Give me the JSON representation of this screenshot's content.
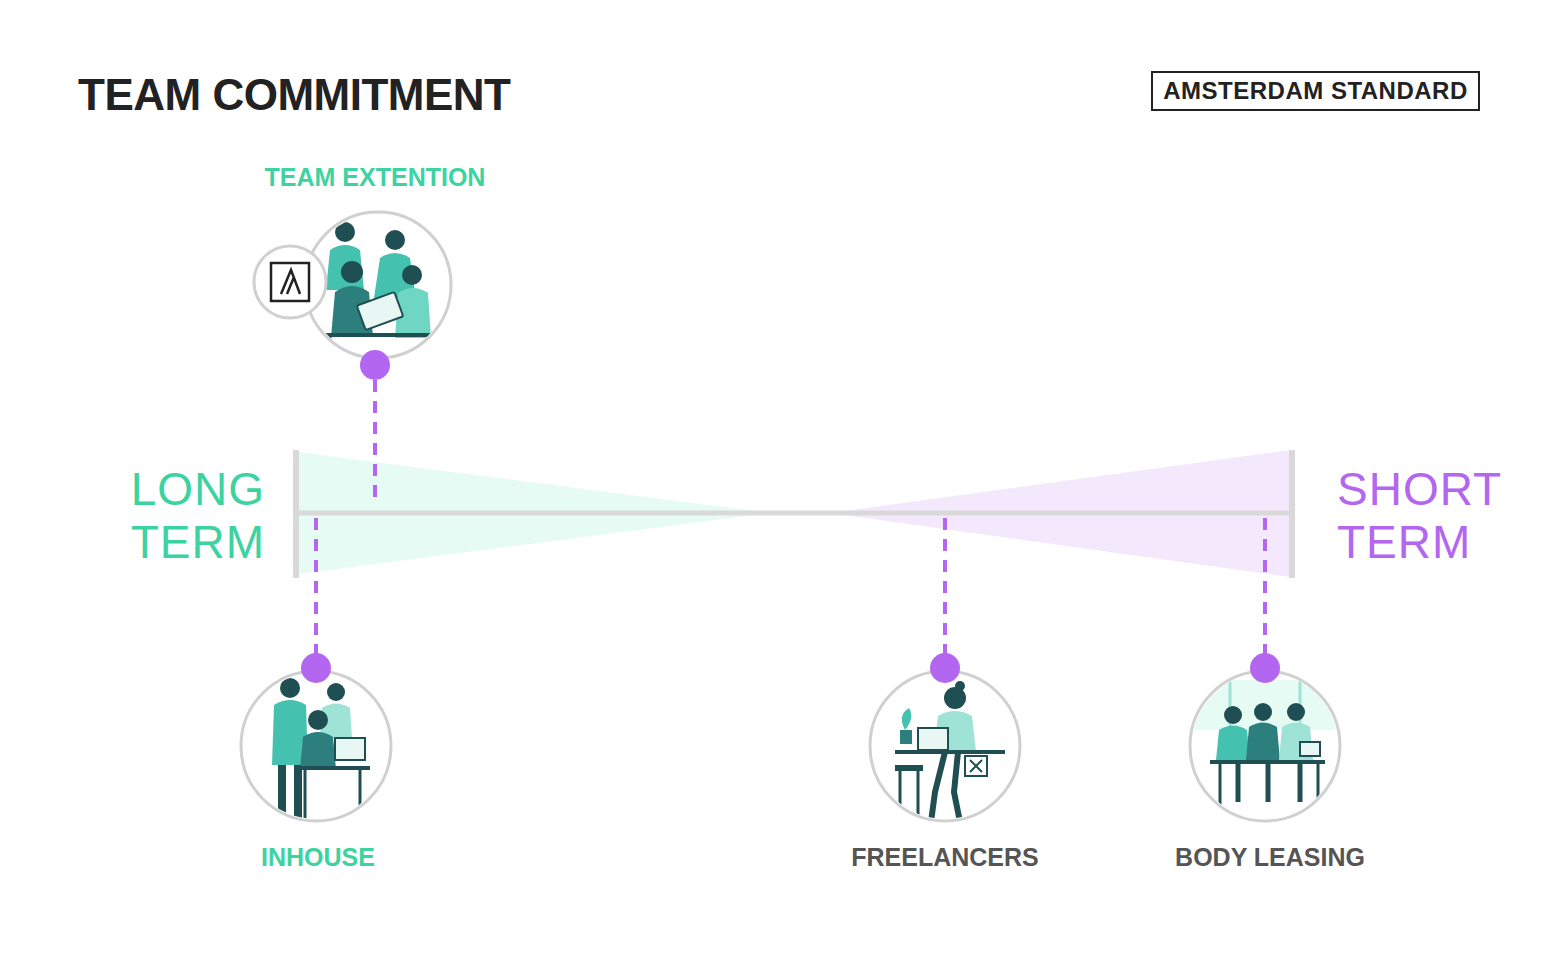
{
  "diagram": {
    "title": "TEAM COMMITMENT",
    "nodes": [
      {
        "text": [
          "AMSTERDAM STANDARD"
        ]
      },
      {
        "text": [
          "TEAM EXTENTION"
        ]
      },
      {
        "text": [
          "INHOUSE"
        ]
      },
      {
        "text": [
          "FREELANCERS"
        ]
      },
      {
        "text": [
          "BODY LEASING"
        ]
      }
    ],
    "labels": [
      "LONG TERM",
      "SHORT TERM"
    ]
  }
}
